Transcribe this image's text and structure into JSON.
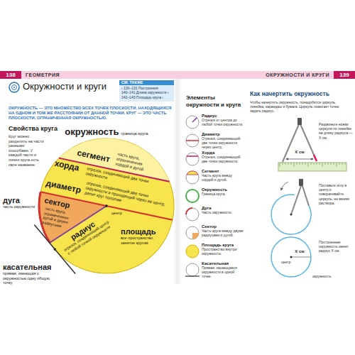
{
  "diagram": {
    "title": "Окружности и круги",
    "nodes": [
      {
        "text": [
          "ГЕОМЕТРИЯ"
        ]
      },
      {
        "text": [
          "138"
        ],
        "in": 0
      },
      {
        "text": [
          "ОКРУЖНОСТИ И КРУГИ"
        ]
      },
      {
        "text": [
          "139"
        ],
        "in": 2
      },
      {
        "text": [
          "СМ. ТАКЖЕ",
          "‹ 130–131 Построения",
          "140–141 Длина окружности ›",
          "142–143 Площадь круга ›"
        ]
      }
    ],
    "labels": [
      "ОКРУЖНОСТЬ — ЭТО МНОЖЕСТВО ВСЕХ ТОЧЕК ПЛОСКОСТИ, НАХОДЯЩИХСЯ НА ОДНОМ И ТОМ ЖЕ РАССТОЯНИИ ОТ ДАННОЙ ТОЧКИ. КРУГ — ЭТО ЧАСТЬ ПЛОСКОСТИ, ОГРАНИЧЕННАЯ ОКРУЖНОСТЬЮ.",
      "Свойства круга",
      "Круг можно разделить на части разными способами. У каждой части и линии круга есть свое название.",
      "окружность",
      "граница круга",
      "сегмент",
      "часть круга, ограниченная хордой и дугой",
      "хорда",
      "отрезок, соединяющий две точки окружности",
      "диаметр",
      "отрезок, соединяющий две точки окружности и проходящий через ее центр, делит круг пополам",
      "сектор",
      "часть круга, ограниченная дугой и двумя радиусами",
      "радиус",
      "отрезок, соединяющий центр с любой точкой окружности",
      "площадь",
      "все пространство, занятое кругом",
      "центр",
      "дуга",
      "часть окружности",
      "касательная",
      "прямая, имеющая с окружностью одну общую точку",
      "Элементы окружности и круга",
      "Радиус",
      "Отрезок от центра до любой точки окружности.",
      "Диаметр",
      "Отрезок, соединяющий две точки окружности через центр.",
      "Хорда",
      "Отрезок, соединяющий две точки окружности.",
      "Сегмент",
      "Часть круга между хордой и дугой.",
      "Окружность",
      "Граница круга.",
      "Дуга",
      "Часть окружности.",
      "Сектор",
      "Часть круга между двумя радиусами и дугой.",
      "Площадь круга",
      "Пространство внутри окружности.",
      "Касательная",
      "Прямая, касающаяся окружности в одной точке.",
      "Как начертить окружность",
      "Чтобы начертить окружность, понадобятся циркуль, линейка, карандаш и бумага. Циркуль помогает точно задать радиус.",
      "Раздвиньте ножки циркуля по линейке на длину радиуса — X см.",
      "X см",
      "Поставьте иглу в центр и поворачивайте циркуль, не меняя раствора.",
      "Построенная окружность имеет радиус X см.",
      "X см",
      "центр",
      "окружность"
    ]
  }
}
